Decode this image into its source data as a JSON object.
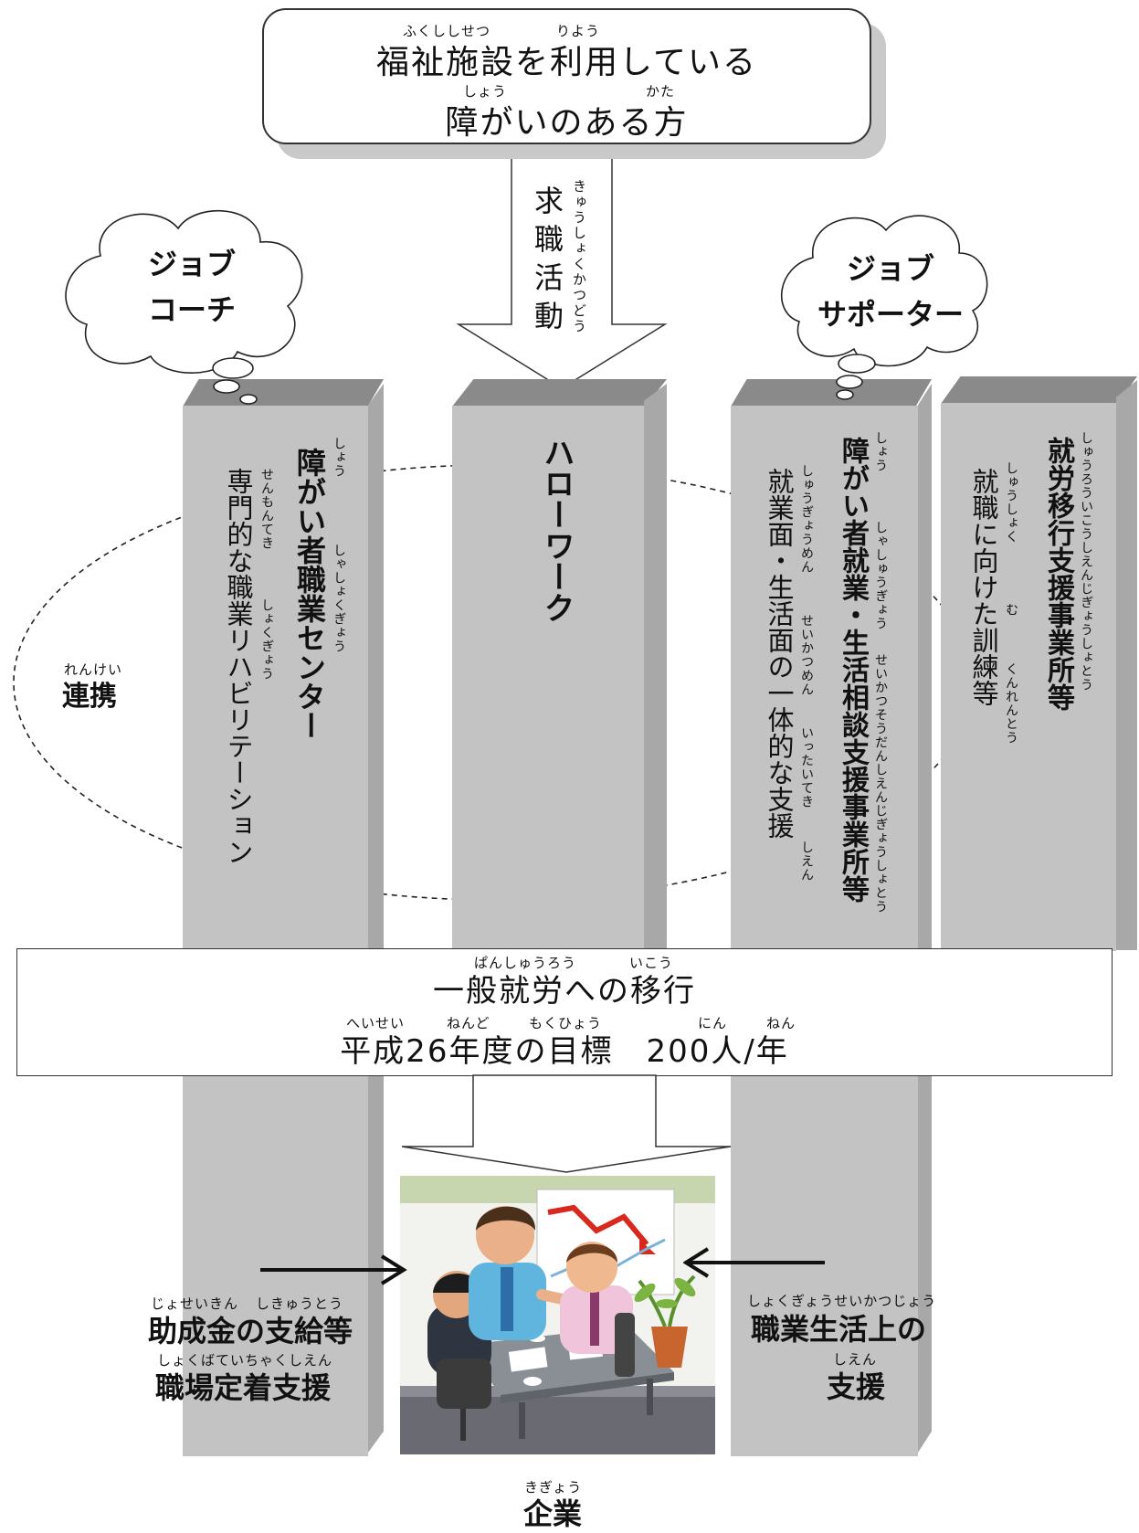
{
  "top_box": {
    "line1": "福祉施設を利用している",
    "line1_ruby_a": "ふくししせつ",
    "line1_ruby_b": "りよう",
    "line2": "障がいのある方",
    "line2_ruby_a": "しょう",
    "line2_ruby_b": "かた"
  },
  "arrow_label": {
    "text": "求職活動",
    "ruby": "きゅうしょくかつどう"
  },
  "clouds": {
    "left": {
      "line1": "ジョブ",
      "line2": "コーチ"
    },
    "right": {
      "line1": "ジョブ",
      "line2": "サポーター"
    }
  },
  "renkei": {
    "text": "連携",
    "ruby": "れんけい"
  },
  "pillars": {
    "shogai_center": {
      "title": "障がい者職業センター",
      "title_ruby_a": "しょう",
      "title_ruby_b": "しゃしょくぎょう",
      "sub": "専門的な職業リハビリテーション",
      "sub_ruby_a": "せんもんてき",
      "sub_ruby_b": "しょくぎょう"
    },
    "hello_work": {
      "title": "ハローワーク"
    },
    "shugyo_center": {
      "title": "障がい者就業・生活相談支援事業所等",
      "title_ruby_a": "しょう",
      "title_ruby_b": "しゃしゅうぎょう",
      "title_ruby_c": "せいかつそうだんしえんじぎょうしょとう",
      "sub": "就業面・生活面の一体的な支援",
      "sub_ruby_a": "しゅうぎょうめん",
      "sub_ruby_b": "せいかつめん",
      "sub_ruby_c": "いったいてき",
      "sub_ruby_d": "しえん"
    },
    "iko_shien": {
      "title": "就労移行支援事業所等",
      "title_ruby": "しゅうろういこうしえんじぎょうしょとう",
      "sub": "就職に向けた訓練等",
      "sub_ruby_a": "しゅうしょく",
      "sub_ruby_b": "む",
      "sub_ruby_c": "くんれんとう"
    }
  },
  "goal_box": {
    "line1": "一般就労への移行",
    "line1_ruby_a": "ぱんしゅうろう",
    "line1_ruby_b": "いこう",
    "line2": "平成26年度の目標　200人/年",
    "line2_ruby_a": "へいせい",
    "line2_ruby_b": "ねんど",
    "line2_ruby_c": "もくひょう",
    "line2_ruby_d": "にん",
    "line2_ruby_e": "ねん"
  },
  "left_support": {
    "line1": "助成金の支給等",
    "line1_ruby_a": "じょせいきん",
    "line1_ruby_b": "しきゅうとう",
    "line2": "職場定着支援",
    "line2_ruby": "しょくばていちゃくしえん"
  },
  "right_support": {
    "line1": "職業生活上の",
    "line1_ruby": "しょくぎょうせいかつじょう",
    "line2": "支援",
    "line2_ruby": "しえん"
  },
  "company": {
    "text": "企業",
    "ruby": "きぎょう"
  },
  "colors": {
    "pillar": "#c3c3c3",
    "pillar_top": "#8a8a8a",
    "pillar_side": "#a8a8a8",
    "shadow": "#c9c9c9"
  },
  "icons": {
    "meeting_illustration": "business-meeting-illustration"
  }
}
